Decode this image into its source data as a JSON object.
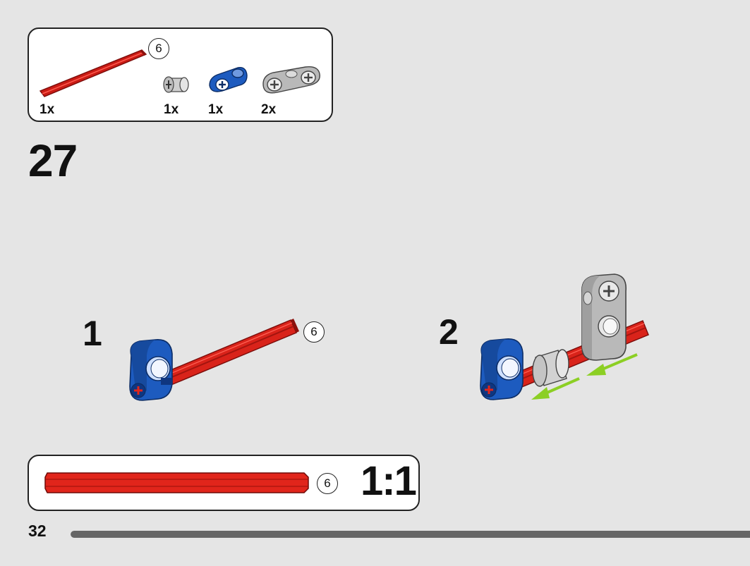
{
  "parts_list": {
    "items": [
      {
        "name": "axle",
        "quantity": "1x",
        "length": "6"
      },
      {
        "name": "bush",
        "quantity": "1x"
      },
      {
        "name": "blue-connector",
        "quantity": "1x"
      },
      {
        "name": "gray-double-connector",
        "quantity": "2x"
      }
    ]
  },
  "step": {
    "number": "27",
    "substeps": [
      {
        "label": "1",
        "length_badge": "6"
      },
      {
        "label": "2"
      }
    ]
  },
  "scale_check": {
    "length": "6",
    "ratio": "1:1"
  },
  "footer": {
    "page_number": "32",
    "progress": 1.0
  },
  "colors": {
    "background": "#e5e5e5",
    "axle_red": "#e1251b",
    "connector_blue": "#1d5bbf",
    "connector_gray": "#b8b8b8",
    "arrow_green": "#8ccf24",
    "progress_gray": "#666666"
  }
}
